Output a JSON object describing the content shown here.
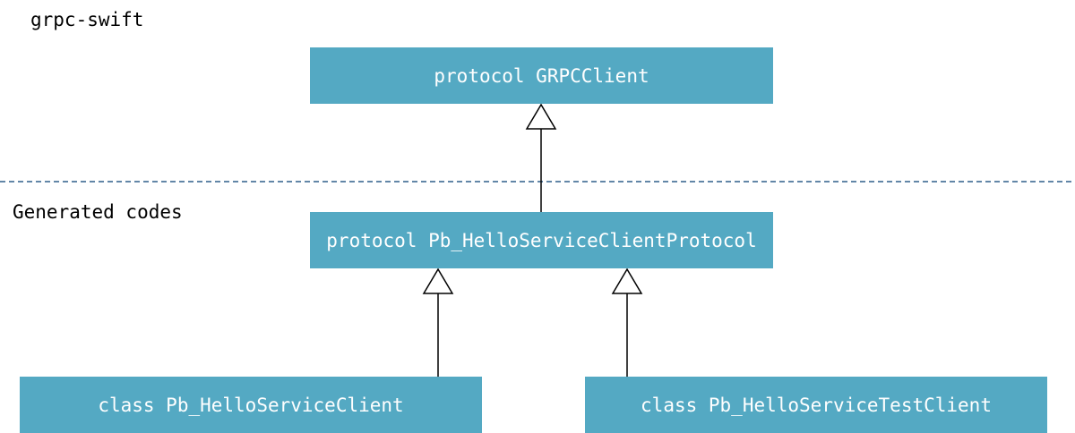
{
  "sections": {
    "top_label": "grpc-swift",
    "generated_label": "Generated codes"
  },
  "nodes": {
    "grpc_client": "protocol GRPCClient",
    "client_protocol": "protocol Pb_HelloServiceClientProtocol",
    "client_class": "class Pb_HelloServiceClient",
    "test_client_class": "class Pb_HelloServiceTestClient"
  },
  "colors": {
    "node_fill": "#54a9c3",
    "node_text": "#ffffff",
    "boundary_line": "#2f5f8a",
    "connector": "#000000"
  }
}
